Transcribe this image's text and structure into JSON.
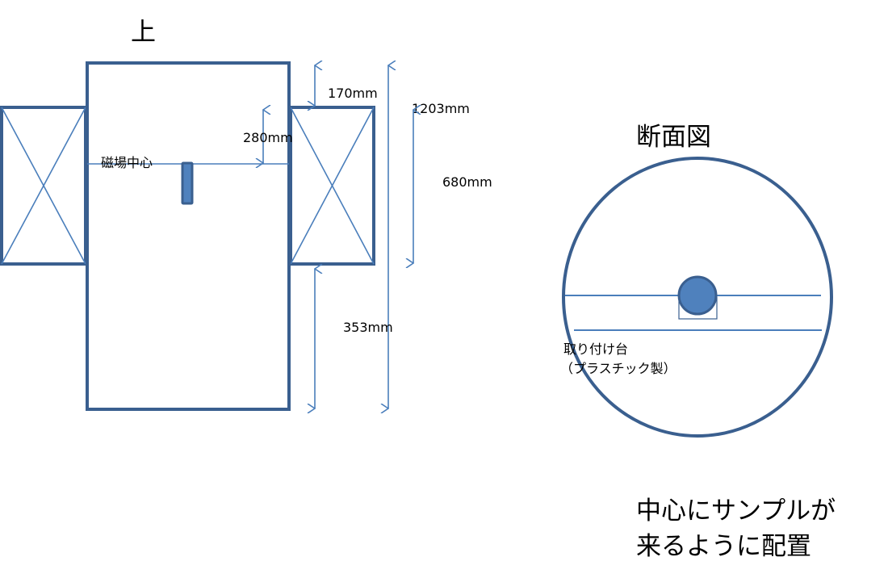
{
  "top_view": {
    "title": "上",
    "field_center_label": "磁場中心",
    "dimensions": {
      "d170": "170mm",
      "d280": "280mm",
      "d1203": "1203mm",
      "d680": "680mm",
      "d353": "353mm"
    }
  },
  "cross_section": {
    "title": "断面図",
    "mount_label": "取り付け台",
    "mount_material": "（プラスチック製）"
  },
  "note": {
    "line1": "中心にサンプルが",
    "line2": "来るように配置"
  },
  "colors": {
    "outline": "#3a5f8f",
    "line": "#4a7ebb",
    "sample_fill": "#4f81bd"
  }
}
